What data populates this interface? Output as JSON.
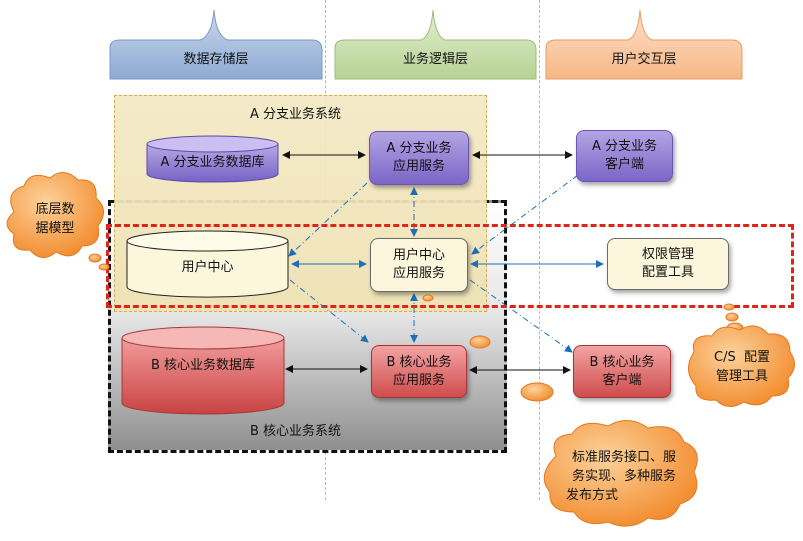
{
  "lanes": {
    "storage": "数据存储层",
    "logic": "业务逻辑层",
    "ui": "用户交互层"
  },
  "regions": {
    "a_system": "A 分支业务系统",
    "b_system": "B 核心业务系统"
  },
  "nodes": {
    "a_db": "A 分支业务数据库",
    "a_app": [
      "A 分支业务",
      "应用服务"
    ],
    "a_client": [
      "A 分支业务",
      "客户端"
    ],
    "user_center": "用户中心",
    "user_app": [
      "用户中心",
      "应用服务"
    ],
    "perm_tool": [
      "权限管理",
      "配置工具"
    ],
    "b_db": "B 核心业务数据库",
    "b_app": [
      "B 核心业务",
      "应用服务"
    ],
    "b_client": [
      "B 核心业务",
      "客户端"
    ]
  },
  "callouts": {
    "base_model": [
      "底层数",
      "据模型"
    ],
    "cs_tool": [
      "C/S  配置",
      "管理工具"
    ],
    "service": [
      "标准服务接口、服",
      "务实现、多种服务",
      "发布方式"
    ]
  },
  "colors": {
    "storage_lane": "#9cb6d8",
    "logic_lane": "#c2d9a2",
    "ui_lane": "#f7c6a0",
    "callout_orange": "#f59a3c",
    "purple_node": "#8e7bd0",
    "red_node": "#d65d5d",
    "red_dash": "#e0231b"
  }
}
